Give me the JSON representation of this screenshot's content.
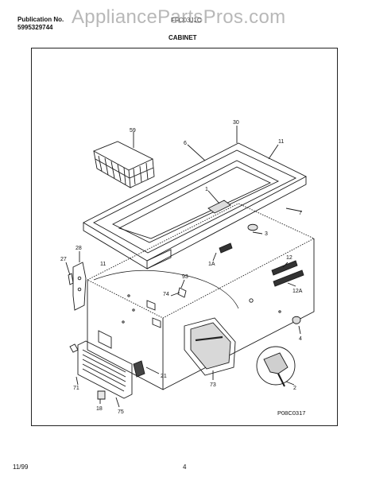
{
  "header": {
    "publication_label": "Publication No.",
    "publication_number": "5995329744",
    "model": "FFC03J1C",
    "section_title": "CABINET",
    "watermark": "AppliancePartsPros.com"
  },
  "diagram": {
    "part_labels": {
      "p59": "59",
      "p30": "30",
      "p6": "6",
      "p11_top": "11",
      "p1": "1",
      "p7": "7",
      "p3": "3",
      "p28": "28",
      "p27": "27",
      "p11_left": "11",
      "p1A": "1A",
      "p12": "12",
      "p12A": "12A",
      "p93": "93",
      "p74": "74",
      "p4": "4",
      "p21": "21",
      "p71": "71",
      "p73": "73",
      "p2": "2",
      "p18": "18",
      "p75": "75"
    },
    "drawing_code": "P08C0317"
  },
  "footer": {
    "date": "11/99",
    "page": "4"
  }
}
